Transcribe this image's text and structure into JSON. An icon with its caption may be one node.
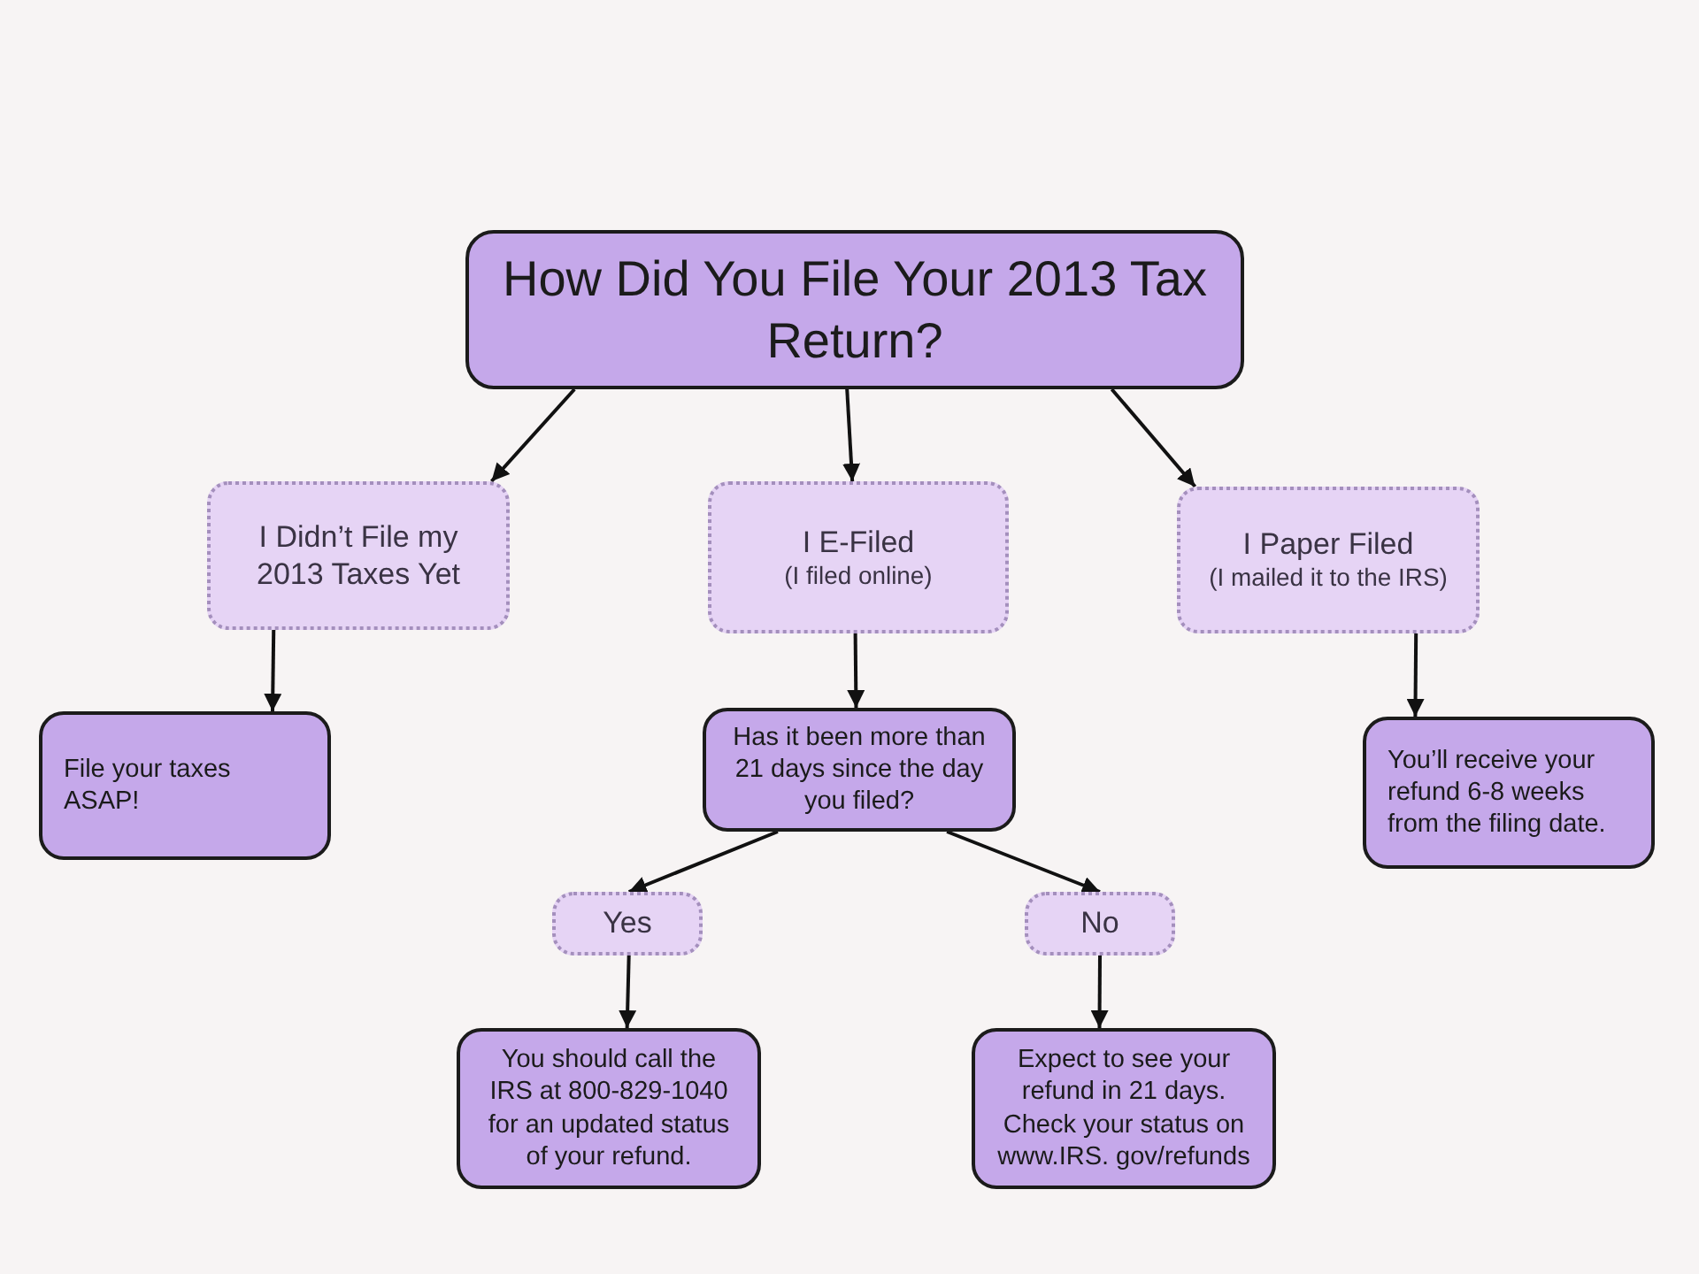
{
  "diagram": {
    "nodes": [
      {
        "text": [
          "How Did You File Your 2013 Tax Return?"
        ]
      },
      {
        "text": [
          "I Didn’t File my 2013 Taxes Yet"
        ]
      },
      {
        "text": [
          "I E-Filed",
          "(I filed online)"
        ]
      },
      {
        "text": [
          "I Paper Filed",
          "(I mailed it to the IRS)"
        ]
      },
      {
        "text": [
          "File your taxes ASAP!"
        ]
      },
      {
        "text": [
          "Has it been more than 21 days since the day you filed?"
        ]
      },
      {
        "text": [
          "You’ll receive your refund 6-8 weeks from the filing date."
        ]
      },
      {
        "text": [
          "Yes"
        ]
      },
      {
        "text": [
          "No"
        ]
      },
      {
        "text": [
          "You should call the IRS at 800-829-1040 for an updated status of your refund."
        ]
      },
      {
        "text": [
          "Expect to see your refund in 21 days. Check your status on www.IRS. gov/refunds"
        ]
      }
    ],
    "edges": [
      {
        "from": 0,
        "to": 1,
        "arrow": "to"
      },
      {
        "from": 0,
        "to": 2,
        "arrow": "to"
      },
      {
        "from": 0,
        "to": 3,
        "arrow": "to"
      },
      {
        "from": 1,
        "to": 4,
        "arrow": "to"
      },
      {
        "from": 2,
        "to": 5,
        "arrow": "to"
      },
      {
        "from": 3,
        "to": 6,
        "arrow": "to"
      },
      {
        "from": 5,
        "to": 7,
        "arrow": "to"
      },
      {
        "from": 5,
        "to": 8,
        "arrow": "to"
      },
      {
        "from": 7,
        "to": 9,
        "arrow": "to"
      },
      {
        "from": 8,
        "to": 10,
        "arrow": "to"
      }
    ]
  }
}
